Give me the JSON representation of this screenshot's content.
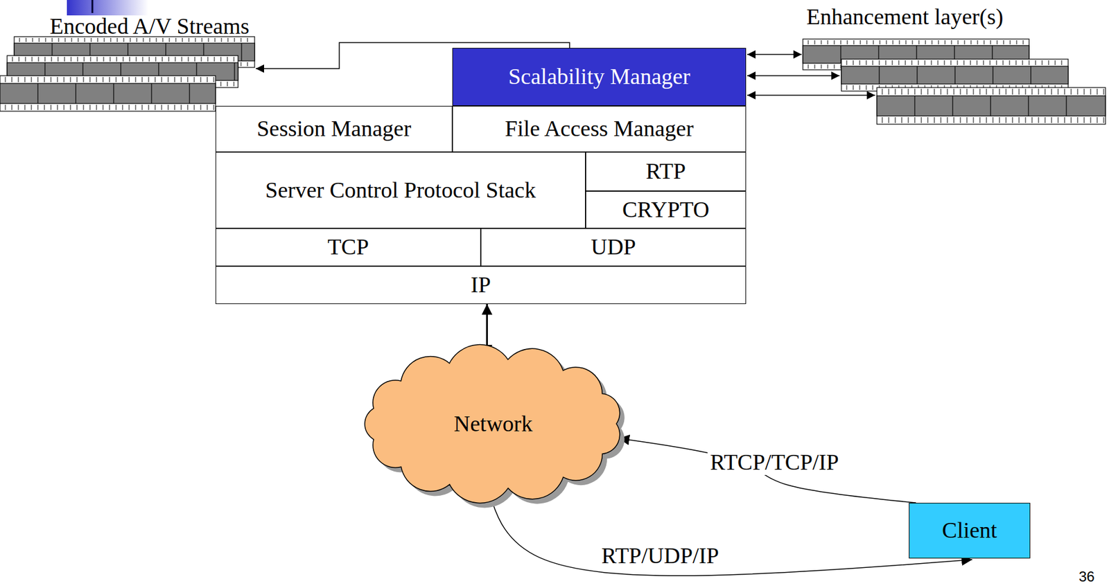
{
  "diagram": {
    "nodes": [
      {
        "text": [
          "Scalability Manager"
        ]
      },
      {
        "text": [
          "Session Manager"
        ]
      },
      {
        "text": [
          "File Access Manager"
        ]
      },
      {
        "text": [
          "Server Control Protocol Stack"
        ]
      },
      {
        "text": [
          "RTP"
        ]
      },
      {
        "text": [
          "CRYPTO"
        ]
      },
      {
        "text": [
          "TCP"
        ]
      },
      {
        "text": [
          "UDP"
        ]
      },
      {
        "text": [
          "IP"
        ]
      },
      {
        "text": [
          "Network"
        ]
      },
      {
        "text": [
          "Client"
        ]
      }
    ],
    "edges": [
      {
        "from": 8,
        "to": 9,
        "arrow": "both"
      },
      {
        "from": 10,
        "to": 9,
        "label": "RTCP/TCP/IP",
        "arrow": "to"
      },
      {
        "from": 9,
        "to": 10,
        "label": "RTP/UDP/IP",
        "arrow": "to"
      }
    ],
    "labels": [
      "Encoded A/V Streams",
      "Enhancement layer(s)",
      "36"
    ]
  }
}
